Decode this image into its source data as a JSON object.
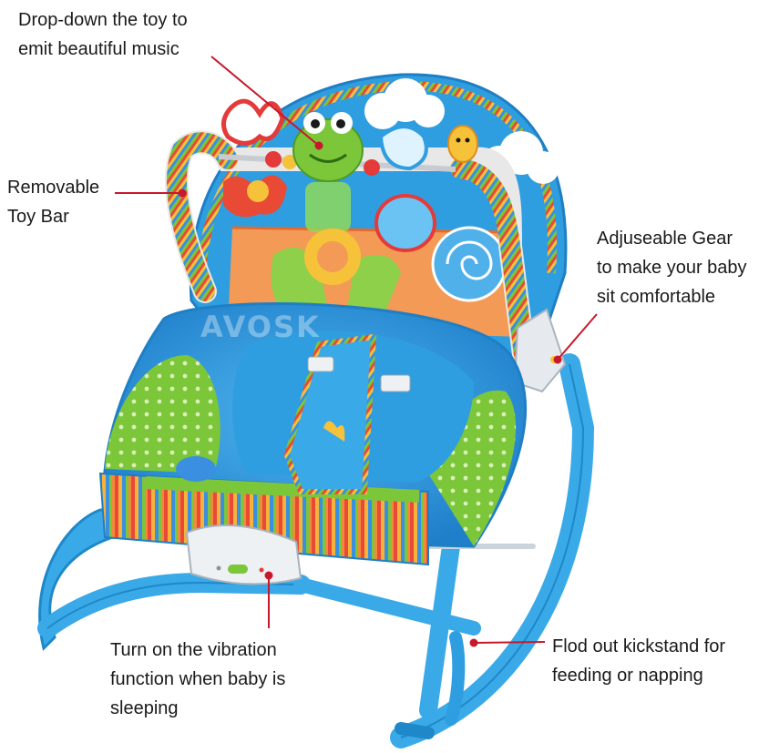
{
  "callouts": {
    "toy_music": {
      "line1": "Drop-down the toy to",
      "line2": "emit beautiful music"
    },
    "toy_bar": {
      "line1": "Removable",
      "line2": "Toy Bar"
    },
    "gear": {
      "line1": "Adjuseable Gear",
      "line2": "to make your baby",
      "line3": "sit comfortable"
    },
    "vibration": {
      "line1": "Turn on the vibration",
      "line2": "function when baby is",
      "line3": "sleeping"
    },
    "kickstand": {
      "line1": "Flod out kickstand for",
      "line2": "feeding or napping"
    }
  },
  "watermark": {
    "text": "AVOSK"
  },
  "colors": {
    "frame_blue": "#3aa9e8",
    "seat_blue": "#2f9ee0",
    "green": "#7cc63a",
    "orange": "#f08a3c",
    "leader_red": "#c8182b",
    "text": "#1a1a1a"
  }
}
